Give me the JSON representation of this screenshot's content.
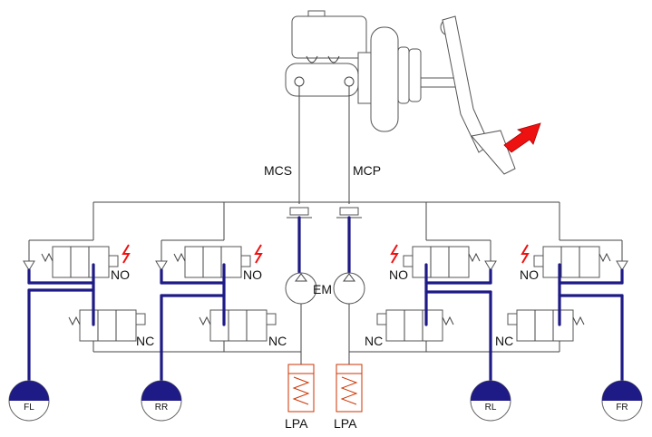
{
  "labels": {
    "mcs": "MCS",
    "mcp": "MCP",
    "no": "NO",
    "nc": "NC",
    "em": "EM",
    "lpa": "LPA"
  },
  "wheels": {
    "fl": "FL",
    "rr": "RR",
    "rl": "RL",
    "fr": "FR"
  },
  "colors": {
    "hydraulic_line": "#1e1a86",
    "pipe": "#444444",
    "arrow": "#ee1111",
    "lightning": "#ee1111",
    "accumulator": "#cc3300",
    "wheel_fill": "#1e1a86"
  }
}
